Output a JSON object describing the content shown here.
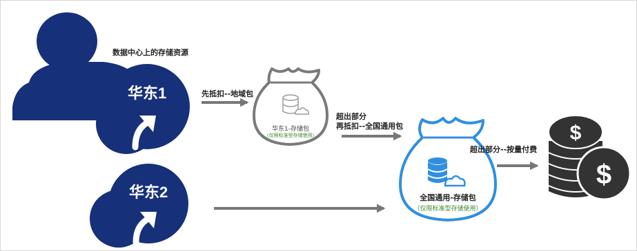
{
  "colors": {
    "region_fill": "#16307a",
    "person_fill": "#16307a",
    "arrow_gray": "#777777",
    "bag1_outline": "#7a7a7a",
    "bag2_outline": "#2f8fe0",
    "note_green": "#3f8a2c",
    "coin_dark": "#333333"
  },
  "labels": {
    "datacenter": "数据中心上的存储资源",
    "step1": "先抵扣--地域包",
    "step2_line1": "超出部分",
    "step2_line2": "再抵扣--全国通用包",
    "step3": "超出部分--按量付费"
  },
  "regions": {
    "east1": "华东1",
    "east2": "华东2"
  },
  "bags": {
    "regional": {
      "title": "华东1-存储包",
      "note": "（仅限标准型存储使用）"
    },
    "national": {
      "title": "全国通用-存储包",
      "note": "（仅限标准型存储使用）"
    }
  },
  "icons": {
    "person": "user-silhouette-icon",
    "bag": "money-bag-icon",
    "database": "database-cloud-icon",
    "coins": "dollar-coin-stack-icon",
    "upload": "curved-up-arrow-icon"
  }
}
